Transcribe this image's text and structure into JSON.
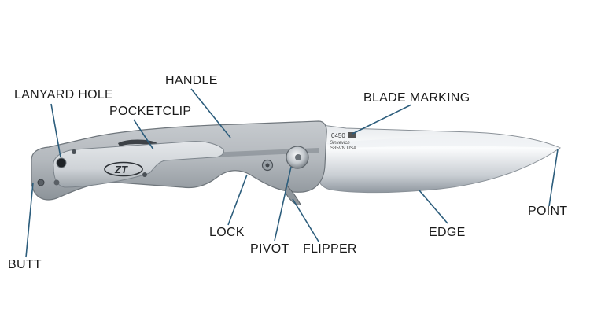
{
  "labels": {
    "lanyard_hole": "LANYARD HOLE",
    "handle": "HANDLE",
    "pocketclip": "POCKETCLIP",
    "blade_marking": "BLADE MARKING",
    "point": "POINT",
    "edge": "EDGE",
    "lock": "LOCK",
    "pivot": "PIVOT",
    "flipper": "FLIPPER",
    "butt": "BUTT"
  },
  "blade_text": {
    "line1": "0450",
    "line2": "Sinkevich",
    "line3": "S35VN USA"
  },
  "logo": "ZT",
  "colors": {
    "leader": "#2c5d7c",
    "blade_light": "#f2f4f6",
    "blade_dark": "#9aa2aa",
    "handle": "#b9bec3",
    "handle_dark": "#6f767c",
    "clip": "#d3d7db"
  }
}
